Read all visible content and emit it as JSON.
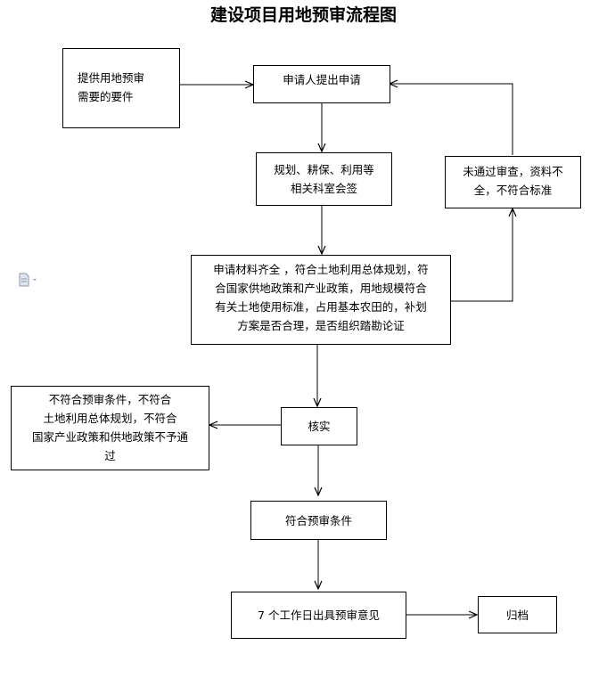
{
  "diagram": {
    "title": "建设项目用地预审流程图",
    "boxes": {
      "provide": "提供用地预审\n需要的要件",
      "apply": "申请人提出申请",
      "countersign": "规划、耕保、利用等\n相关科室会签",
      "not_pass": "未通过审查，资料不\n全，不符合标准",
      "criteria": "申请材料齐全 ，符合土地利用总体规划，符\n合国家供地政策和产业政策，用地规模符合\n有关土地使用标准，占用基本农田的，补划\n方案是否合理，是否组织踏勘论证",
      "verify": "核实",
      "reject": "不符合预审条件，不符合\n土地利用总体规划，不符合\n国家产业政策和供地政策不予通\n过",
      "meets": "符合预审条件",
      "opinion": "7 个工作日出具预审意见",
      "archive": "归档"
    },
    "icons": {
      "side_icon": "document-icon"
    }
  }
}
